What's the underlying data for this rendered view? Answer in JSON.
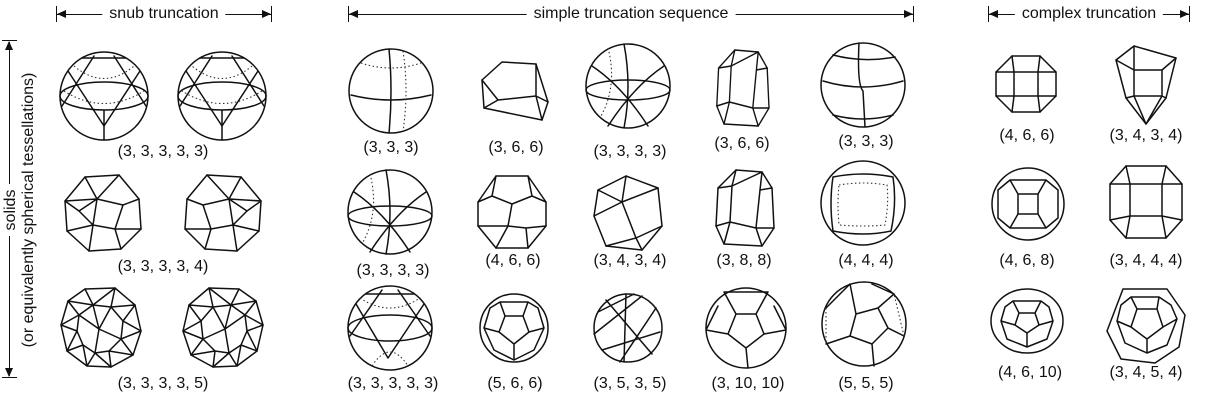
{
  "headers": {
    "snub": "snub truncation",
    "simple": "simple truncation sequence",
    "complex": "complex truncation"
  },
  "side_label": {
    "line1": "solids",
    "line2": "(or equivalently spherical tessellations)"
  },
  "labels": {
    "snub_r1": "(3, 3, 3, 3, 3)",
    "snub_r2": "(3, 3, 3, 3, 4)",
    "snub_r3": "(3, 3, 3, 3, 5)",
    "simple_r1": [
      "(3, 3, 3)",
      "(3, 6, 6)",
      "(3, 3, 3, 3)",
      "(3, 6, 6)",
      "(3, 3, 3)"
    ],
    "simple_r2": [
      "(3, 3, 3, 3)",
      "(4, 6, 6)",
      "(3, 4, 3, 4)",
      "(3, 8, 8)",
      "(4, 4, 4)"
    ],
    "simple_r3": [
      "(3, 3, 3, 3, 3)",
      "(5, 6, 6)",
      "(3, 5, 3, 5)",
      "(3, 10, 10)",
      "(5, 5, 5)"
    ],
    "complex_r1": [
      "(4, 6, 6)",
      "(3, 4, 3, 4)"
    ],
    "complex_r2": [
      "(4, 6, 8)",
      "(3, 4, 4, 4)"
    ],
    "complex_r3": [
      "(4, 6, 10)",
      "(3, 4, 5, 4)"
    ]
  }
}
